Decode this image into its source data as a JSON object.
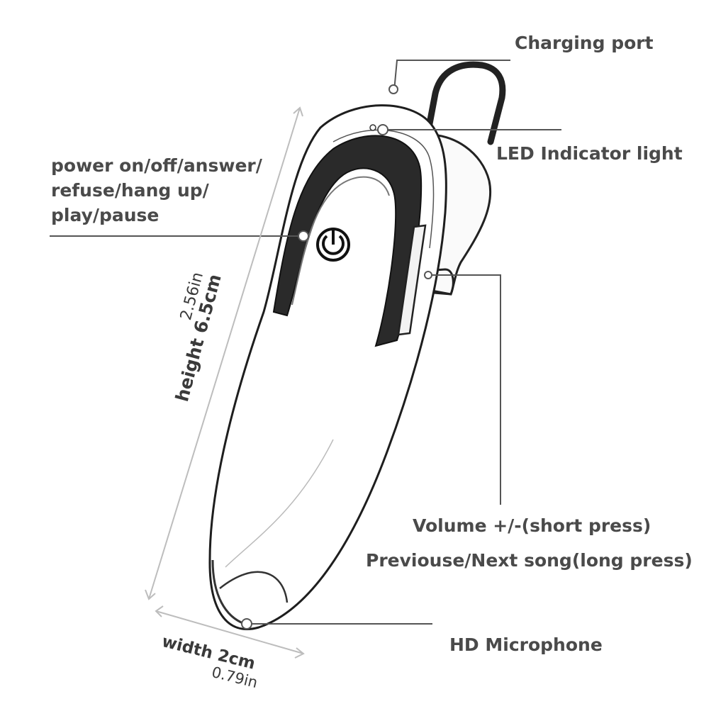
{
  "callouts": {
    "charging_port": "Charging port",
    "led_indicator": "LED Indicator light",
    "power_line1": "power on/off/answer/",
    "power_line2": "refuse/hang up/",
    "power_line3": "play/pause",
    "volume": "Volume +/-(short press)",
    "prev_next": "Previouse/Next song(long press)",
    "microphone": "HD Microphone"
  },
  "dimensions": {
    "height_cm": "height 6.5cm",
    "height_in": "2.56in",
    "width_cm": "width 2cm",
    "width_in": "0.79in"
  },
  "colors": {
    "text": "#4a4a4a",
    "line": "#555555",
    "dim_line": "#bdbdbd",
    "outline": "#222222"
  }
}
